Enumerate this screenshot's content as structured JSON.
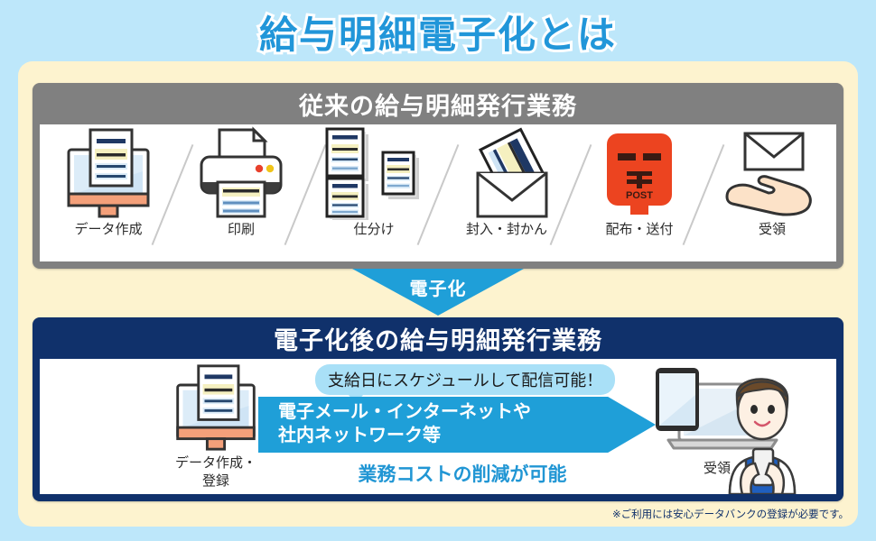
{
  "title": "給与明細電子化とは",
  "colors": {
    "background": "#bde7fa",
    "panel": "#fdf3cf",
    "legacy_header": "#808080",
    "digital_header": "#10316b",
    "accent_blue": "#1f9fd8",
    "title_blue": "#2196d9",
    "cost_text": "#2196d4",
    "postbox_red": "#ec4420"
  },
  "legacy": {
    "header": "従来の給与明細発行業務",
    "steps": [
      {
        "label": "データ作成",
        "icon": "desktop-monitor-document-icon"
      },
      {
        "label": "印刷",
        "icon": "printer-icon"
      },
      {
        "label": "仕分け",
        "icon": "document-stacks-icon"
      },
      {
        "label": "封入・封かん",
        "icon": "envelope-with-document-icon"
      },
      {
        "label": "配布・送付",
        "icon": "post-box-icon"
      },
      {
        "label": "受領",
        "icon": "hand-receiving-envelope-icon"
      }
    ]
  },
  "transition": {
    "label": "電子化"
  },
  "digital": {
    "header": "電子化後の給与明細発行業務",
    "source_label": "データ作成・\n登録",
    "source_label_line1": "データ作成・",
    "source_label_line2": "登録",
    "bubble": "支給日にスケジュールして配信可能！",
    "arrow_line1": "電子メール・インターネットや",
    "arrow_line2": "社内ネットワーク等",
    "cost_text": "業務コストの削減が可能",
    "receive_label": "受領"
  },
  "footnote": "※ご利用には安心データバンクの登録が必要です。",
  "icons": {
    "postbox_mark": "〒",
    "postbox_text": "POST"
  }
}
